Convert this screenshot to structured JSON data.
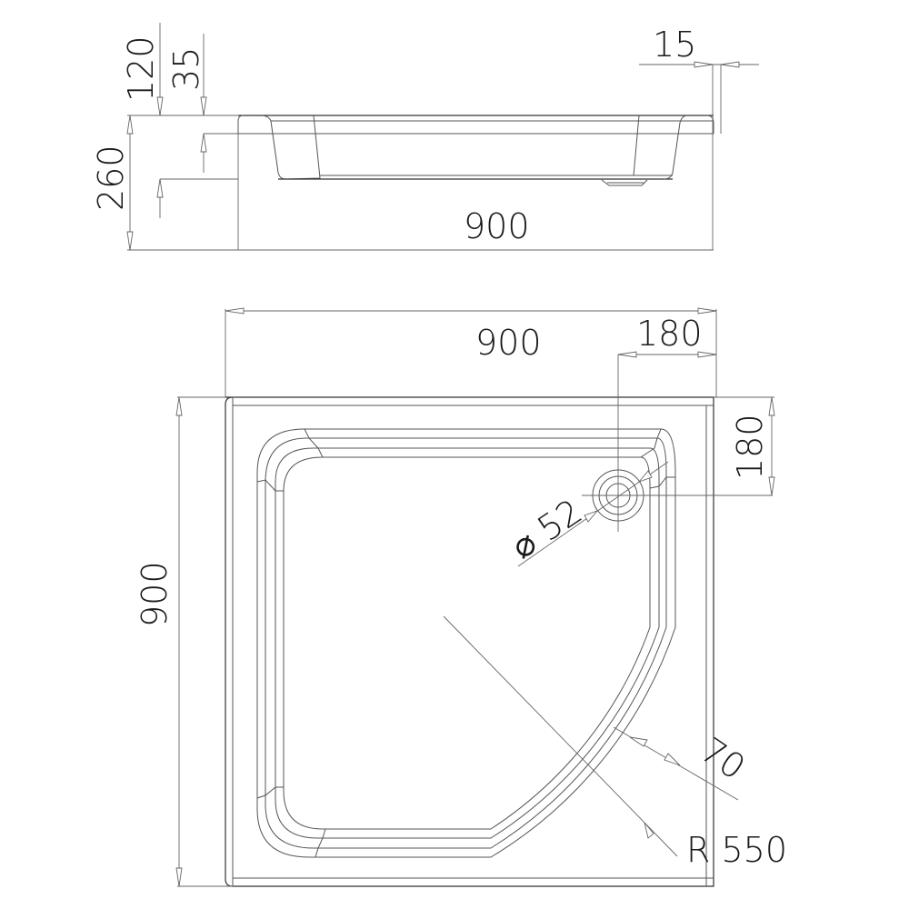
{
  "drawing": {
    "title": "Quarter-round shower tray technical drawing",
    "views": [
      "side-view",
      "top-view"
    ],
    "line_color": "#555555",
    "text_color": "#1a1a1a"
  },
  "side_view": {
    "dimensions": {
      "total_height": "260",
      "rim_to_base": "120",
      "rim_thickness": "35",
      "rim_overhang": "15",
      "length": "900"
    }
  },
  "top_view": {
    "dimensions": {
      "width": "900",
      "height": "900",
      "drain_offset_x": "180",
      "drain_offset_y": "180",
      "drain_diameter": "⌀ 52",
      "rim_width": "70",
      "radius": "R 550"
    }
  }
}
